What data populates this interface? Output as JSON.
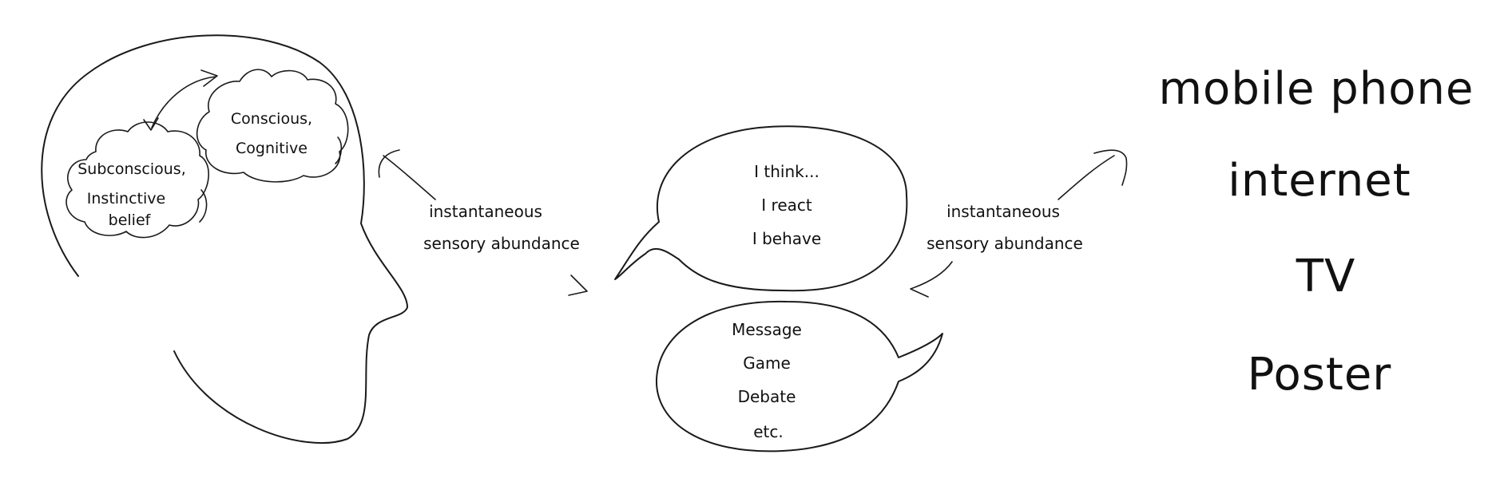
{
  "brain": {
    "conscious": [
      "Conscious,",
      "Cognitive"
    ],
    "subconscious": [
      "Subconscious,",
      "Instinctive",
      "belief"
    ]
  },
  "left_arrow_label": [
    "instantaneous",
    "sensory abundance"
  ],
  "right_arrow_label": [
    "instantaneous",
    "sensory abundance"
  ],
  "thought_bubble": [
    "I think...",
    "I react",
    "I behave"
  ],
  "speech_bubble": [
    "Message",
    "Game",
    "Debate",
    "etc."
  ],
  "media": [
    "mobile phone",
    "internet",
    "TV",
    "Poster"
  ]
}
